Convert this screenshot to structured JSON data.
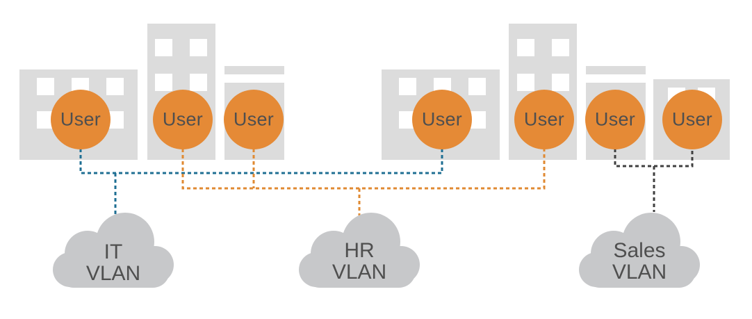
{
  "colors": {
    "building": "#dcdcdc",
    "window": "#ffffff",
    "user_circle": "#e58a36",
    "user_text": "#4f4f4f",
    "cloud": "#c7c8ca",
    "cloud_text": "#4f4f4f",
    "it_vlan_link": "#1f6f93",
    "hr_vlan_link": "#e08a32",
    "sales_vlan_link": "#404040"
  },
  "users": [
    {
      "label": "User",
      "vlan": "IT"
    },
    {
      "label": "User",
      "vlan": "HR"
    },
    {
      "label": "User",
      "vlan": "HR"
    },
    {
      "label": "User",
      "vlan": "IT"
    },
    {
      "label": "User",
      "vlan": "HR"
    },
    {
      "label": "User",
      "vlan": "Sales"
    },
    {
      "label": "User",
      "vlan": "Sales"
    }
  ],
  "vlans": [
    {
      "key": "IT",
      "line1": "IT",
      "line2": "VLAN"
    },
    {
      "key": "HR",
      "line1": "HR",
      "line2": "VLAN"
    },
    {
      "key": "Sales",
      "line1": "Sales",
      "line2": "VLAN"
    }
  ]
}
